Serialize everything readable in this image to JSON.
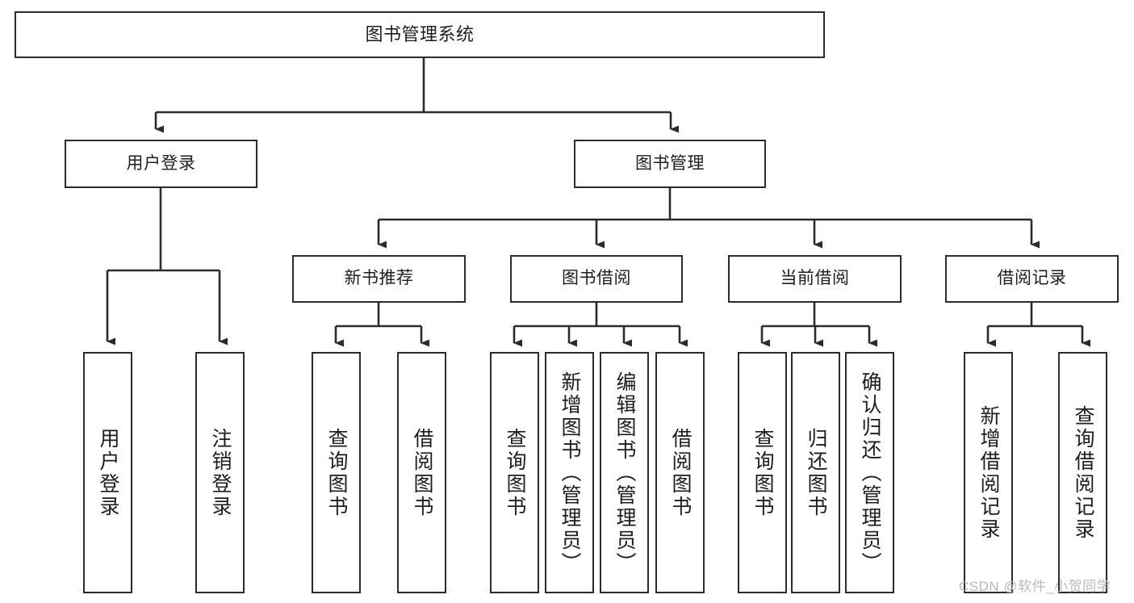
{
  "diagram": {
    "type": "tree-hierarchy-chart",
    "title": "图书管理系统",
    "orientation": "top-down",
    "colors": {
      "box_border": "#2b2b2b",
      "box_fill": "#ffffff",
      "edge": "#2b2b2b",
      "text": "#1d1d1d",
      "watermark": "#b9b9b9",
      "background": "#ffffff"
    }
  },
  "nodes": {
    "root": {
      "label": "图书管理系统",
      "level": 1
    },
    "level2": [
      {
        "id": "user-login",
        "label": "用户登录"
      },
      {
        "id": "book-management",
        "label": "图书管理"
      }
    ],
    "level3": [
      {
        "id": "new-book-recommend",
        "label": "新书推荐"
      },
      {
        "id": "book-borrow",
        "label": "图书借阅"
      },
      {
        "id": "current-borrow",
        "label": "当前借阅"
      },
      {
        "id": "borrow-record",
        "label": "借阅记录"
      }
    ],
    "leaves": {
      "user-login": [
        {
          "id": "leaf-user-login",
          "label": "用户登录"
        },
        {
          "id": "leaf-logout-login",
          "label": "注销登录"
        }
      ],
      "new-book-recommend": [
        {
          "id": "leaf-query-book-1",
          "label": "查询图书"
        },
        {
          "id": "leaf-borrow-book-1",
          "label": "借阅图书"
        }
      ],
      "book-borrow": [
        {
          "id": "leaf-query-book-2",
          "label": "查询图书"
        },
        {
          "id": "leaf-add-book",
          "label": "新增图书（管理员）"
        },
        {
          "id": "leaf-edit-book",
          "label": "编辑图书（管理员）"
        },
        {
          "id": "leaf-borrow-book-2",
          "label": "借阅图书"
        }
      ],
      "current-borrow": [
        {
          "id": "leaf-query-book-3",
          "label": "查询图书"
        },
        {
          "id": "leaf-return-book",
          "label": "归还图书"
        },
        {
          "id": "leaf-confirm-return",
          "label": "确认归还（管理员）"
        }
      ],
      "borrow-record": [
        {
          "id": "leaf-add-record",
          "label": "新增借阅记录"
        },
        {
          "id": "leaf-query-record",
          "label": "查询借阅记录"
        }
      ]
    }
  },
  "watermark": {
    "text": "CSDN @软件_小贺同学"
  }
}
